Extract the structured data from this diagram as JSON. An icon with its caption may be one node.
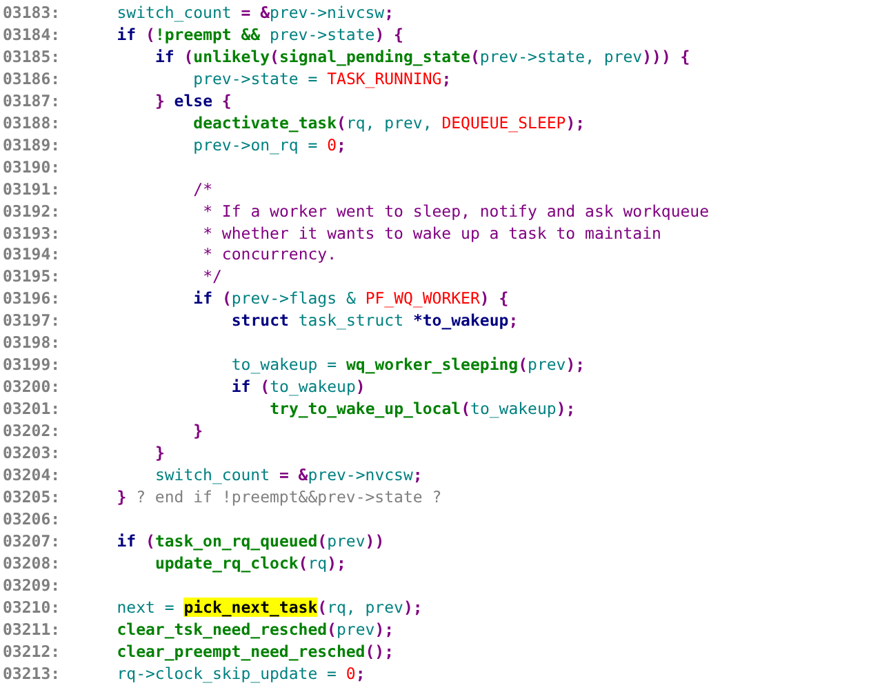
{
  "diagram": {
    "labels": [
      "03183:",
      "switch_count = &prev->nivcsw;",
      "03184:",
      "if (!preempt && prev->state) {",
      "03185:",
      "if (unlikely(signal_pending_state(prev->state, prev))) {",
      "03186:",
      "prev->state = TASK_RUNNING;",
      "03187:",
      "} else {",
      "03188:",
      "deactivate_task(rq, prev, DEQUEUE_SLEEP);",
      "03189:",
      "prev->on_rq = 0;",
      "03190:",
      "03191:",
      "/*",
      "03192:",
      "* If a worker went to sleep, notify and ask workqueue",
      "03193:",
      "* whether it wants to wake up a task to maintain",
      "03194:",
      "* concurrency.",
      "03195:",
      "*/",
      "03196:",
      "if (prev->flags & PF_WQ_WORKER) {",
      "03197:",
      "struct task_struct *to_wakeup;",
      "03198:",
      "03199:",
      "to_wakeup = wq_worker_sleeping(prev);",
      "03200:",
      "if (to_wakeup)",
      "03201:",
      "try_to_wake_up_local(to_wakeup);",
      "03202:",
      "}",
      "03203:",
      "}",
      "03204:",
      "switch_count = &prev->nvcsw;",
      "03205:",
      "} ? end if !preempt&&prev->state ?",
      "03206:",
      "03207:",
      "if (task_on_rq_queued(prev))",
      "03208:",
      "update_rq_clock(rq);",
      "03209:",
      "03210:",
      "next = pick_next_task(rq, prev);",
      "03211:",
      "clear_tsk_need_resched(prev);",
      "03212:",
      "clear_preempt_need_resched();",
      "03213:",
      "rq->clock_skip_update = 0;"
    ]
  }
}
